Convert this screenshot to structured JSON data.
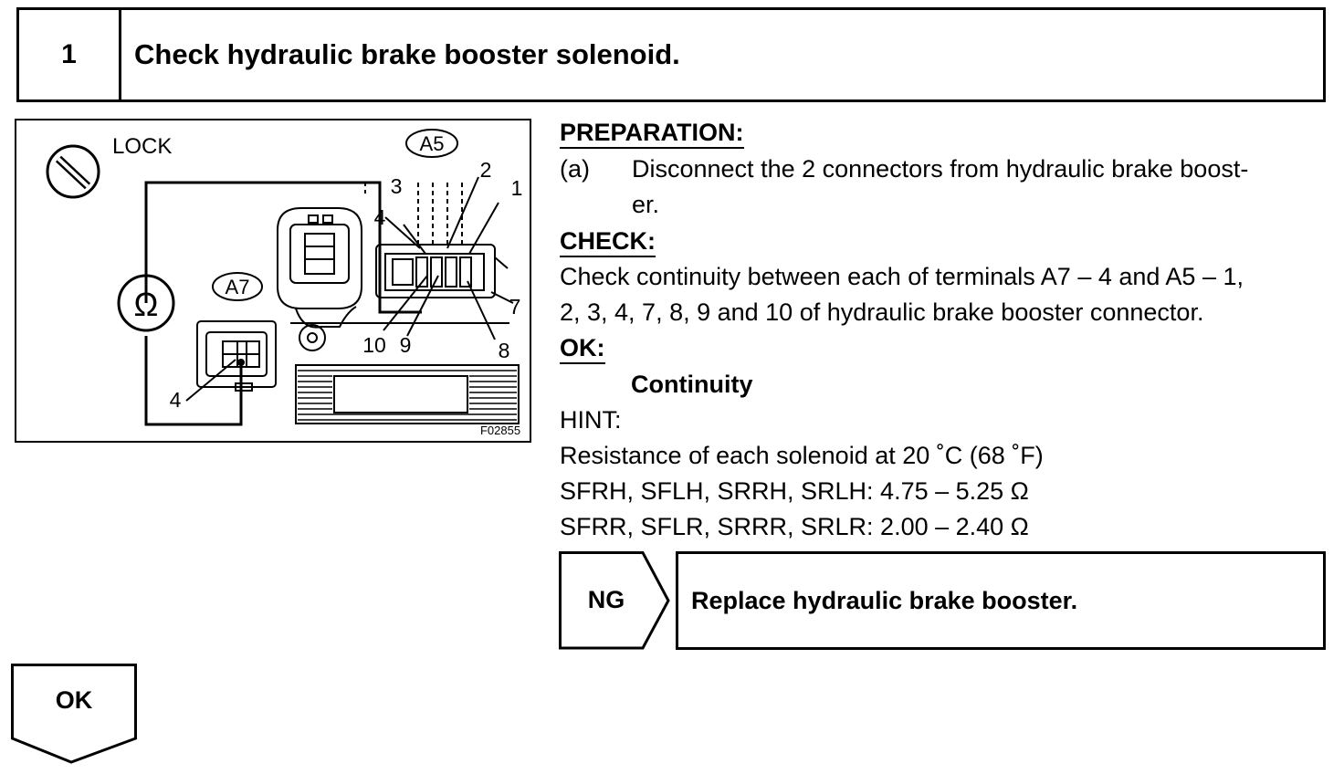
{
  "step": {
    "number": "1",
    "title": "Check hydraulic brake booster solenoid."
  },
  "diagram": {
    "lock_label": "LOCK",
    "connector_a5": "A5",
    "connector_a7": "A7",
    "ohm_symbol": "Ω",
    "pins": [
      "3",
      "2",
      "1",
      "4",
      "7",
      "10",
      "9",
      "8"
    ],
    "a7_pin": "4",
    "figure_code": "F02855"
  },
  "content": {
    "preparation_heading": "PREPARATION:",
    "prep_item_label": "(a)",
    "prep_item_line1": "Disconnect the 2 connectors from hydraulic brake boost-",
    "prep_item_line2": "er.",
    "check_heading": "CHECK:",
    "check_line1": "Check continuity between each of terminals A7 – 4 and A5 – 1,",
    "check_line2": "2, 3, 4, 7, 8, 9 and 10 of hydraulic brake booster connector.",
    "ok_heading": "OK:",
    "ok_value": "Continuity",
    "hint_heading": "HINT:",
    "hint_line1": "Resistance of each solenoid at 20 ˚C (68 ˚F)",
    "hint_line2": "SFRH, SFLH, SRRH, SRLH: 4.75 – 5.25 Ω",
    "hint_line3": "SFRR, SFLR, SRRR, SRLR: 2.00 – 2.40 Ω"
  },
  "ng": {
    "label": "NG",
    "action": "Replace hydraulic brake booster."
  },
  "ok_flow": {
    "label": "OK"
  }
}
